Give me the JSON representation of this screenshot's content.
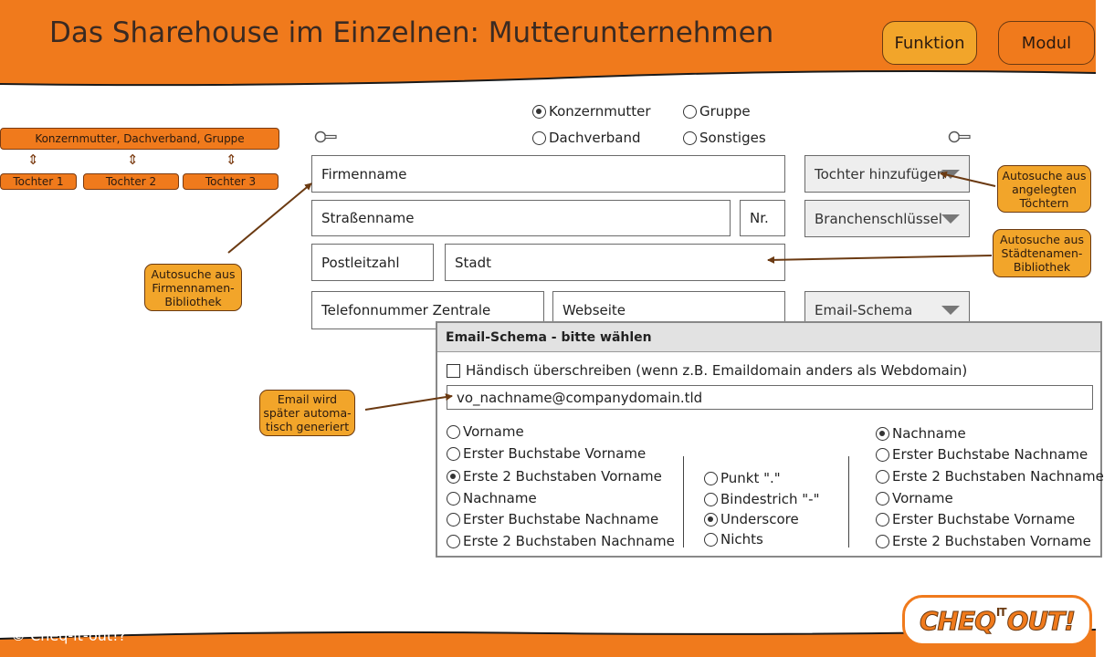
{
  "header": {
    "title": "Das Sharehouse im Einzelnen: Mutterunternehmen",
    "buttons": {
      "funktion": "Funktion",
      "modul": "Modul"
    }
  },
  "org_chart": {
    "parent": "Konzernmutter, Dachverband, Gruppe",
    "children": [
      "Tochter 1",
      "Tochter 2",
      "Tochter 3"
    ],
    "arrow": "⇕"
  },
  "type_radios": [
    {
      "label": "Konzernmutter",
      "checked": true
    },
    {
      "label": "Gruppe",
      "checked": false
    },
    {
      "label": "Dachverband",
      "checked": false
    },
    {
      "label": "Sonstiges",
      "checked": false
    }
  ],
  "form": {
    "firmenname": "Firmenname",
    "strasse": "Straßenname",
    "nr": "Nr.",
    "plz": "Postleitzahl",
    "stadt": "Stadt",
    "telefon": "Telefonnummer Zentrale",
    "webseite": "Webseite",
    "tochter_select": "Tochter hinzufügen",
    "branche_select": "Branchenschlüssel",
    "email_select": "Email-Schema"
  },
  "callouts": {
    "firmen": [
      "Autosuche aus",
      "Firmennamen-",
      "Bibliothek"
    ],
    "toechter": [
      "Autosuche aus",
      "angelegten",
      "Töchtern"
    ],
    "staedte": [
      "Autosuche aus",
      "Städtenamen-",
      "Bibliothek"
    ],
    "email": [
      "Email wird",
      "später automa-",
      "tisch generiert"
    ]
  },
  "email_dialog": {
    "title": "Email-Schema - bitte wählen",
    "override_label": "Händisch überschreiben (wenn z.B. Emaildomain anders als Webdomain)",
    "override_checked": false,
    "preview": "vo_nachname@companydomain.tld",
    "col1": [
      {
        "label": "Vorname",
        "checked": false
      },
      {
        "label": "Erster Buchstabe Vorname",
        "checked": false
      },
      {
        "label": "Erste 2 Buchstaben Vorname",
        "checked": true
      },
      {
        "label": "Nachname",
        "checked": false
      },
      {
        "label": "Erster Buchstabe Nachname",
        "checked": false
      },
      {
        "label": "Erste 2 Buchstaben Nachname",
        "checked": false
      }
    ],
    "separators": [
      {
        "label": "Punkt \".\"",
        "checked": false
      },
      {
        "label": "Bindestrich \"-\"",
        "checked": false
      },
      {
        "label": "Underscore",
        "checked": true
      },
      {
        "label": "Nichts",
        "checked": false
      }
    ],
    "col3": [
      {
        "label": "Nachname",
        "checked": true
      },
      {
        "label": "Erster Buchstabe Nachname",
        "checked": false
      },
      {
        "label": "Erste 2 Buchstaben Nachname",
        "checked": false
      },
      {
        "label": "Vorname",
        "checked": false
      },
      {
        "label": "Erster Buchstabe Vorname",
        "checked": false
      },
      {
        "label": "Erste 2 Buchstaben Vorname",
        "checked": false
      }
    ]
  },
  "footer": {
    "copyright": "© Cheq-it-out!?",
    "logo_left": "CHEQ",
    "logo_sup": "IT",
    "logo_right": "OUT!"
  },
  "colors": {
    "orange": "#f07a1c",
    "amber": "#f2a52a",
    "brown": "#6b3a12"
  }
}
